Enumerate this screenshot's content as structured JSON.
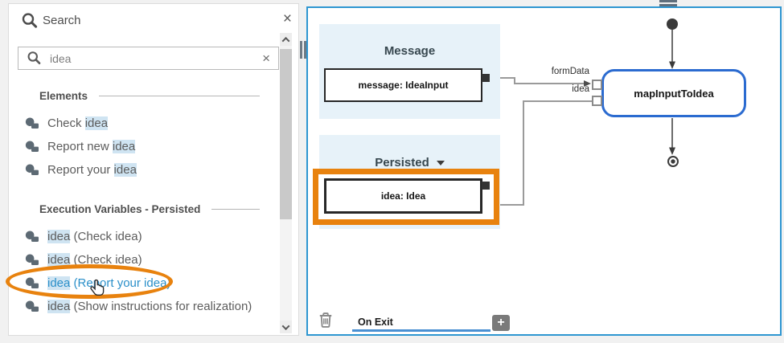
{
  "colors": {
    "panel_border": "#2e96d1",
    "node_border": "#2b6bd0",
    "highlight": "#e8820e",
    "link": "#2a8fc9",
    "hl_bg": "#cfe4f2",
    "section_bg": "#e7f2f9"
  },
  "search_panel": {
    "title": "Search",
    "close_label": "×",
    "input": {
      "value": "idea",
      "clear_label": "×"
    },
    "sections": [
      {
        "header": "Elements",
        "items": [
          {
            "link": false,
            "parts": [
              {
                "text": "Check ",
                "highlight": false
              },
              {
                "text": "idea",
                "highlight": true
              }
            ]
          },
          {
            "link": false,
            "parts": [
              {
                "text": "Report new ",
                "highlight": false
              },
              {
                "text": "idea",
                "highlight": true
              }
            ]
          },
          {
            "link": false,
            "parts": [
              {
                "text": "Report your ",
                "highlight": false
              },
              {
                "text": "idea",
                "highlight": true
              }
            ]
          }
        ]
      },
      {
        "header": "Execution Variables - Persisted",
        "items": [
          {
            "link": false,
            "parts": [
              {
                "text": "idea",
                "highlight": true
              },
              {
                "text": " (Check idea)",
                "highlight": false
              }
            ]
          },
          {
            "link": false,
            "parts": [
              {
                "text": "idea",
                "highlight": true
              },
              {
                "text": " (Check idea)",
                "highlight": false
              }
            ]
          },
          {
            "link": true,
            "parts": [
              {
                "text": "idea",
                "highlight": true
              },
              {
                "text": " (Report your idea)",
                "highlight": false
              }
            ]
          },
          {
            "link": false,
            "parts": [
              {
                "text": "idea",
                "highlight": true
              },
              {
                "text": " (Show instructions for realization)",
                "highlight": false
              }
            ]
          }
        ]
      }
    ]
  },
  "diagram": {
    "message_section": {
      "title": "Message",
      "box_label": "message: IdeaInput"
    },
    "persisted_section": {
      "title": "Persisted",
      "box_label": "idea: Idea"
    },
    "node": {
      "label": "mapInputToIdea",
      "input_labels": [
        "formData",
        "idea"
      ]
    },
    "footer": {
      "tab_label": "On Exit",
      "add_label": "+"
    }
  }
}
